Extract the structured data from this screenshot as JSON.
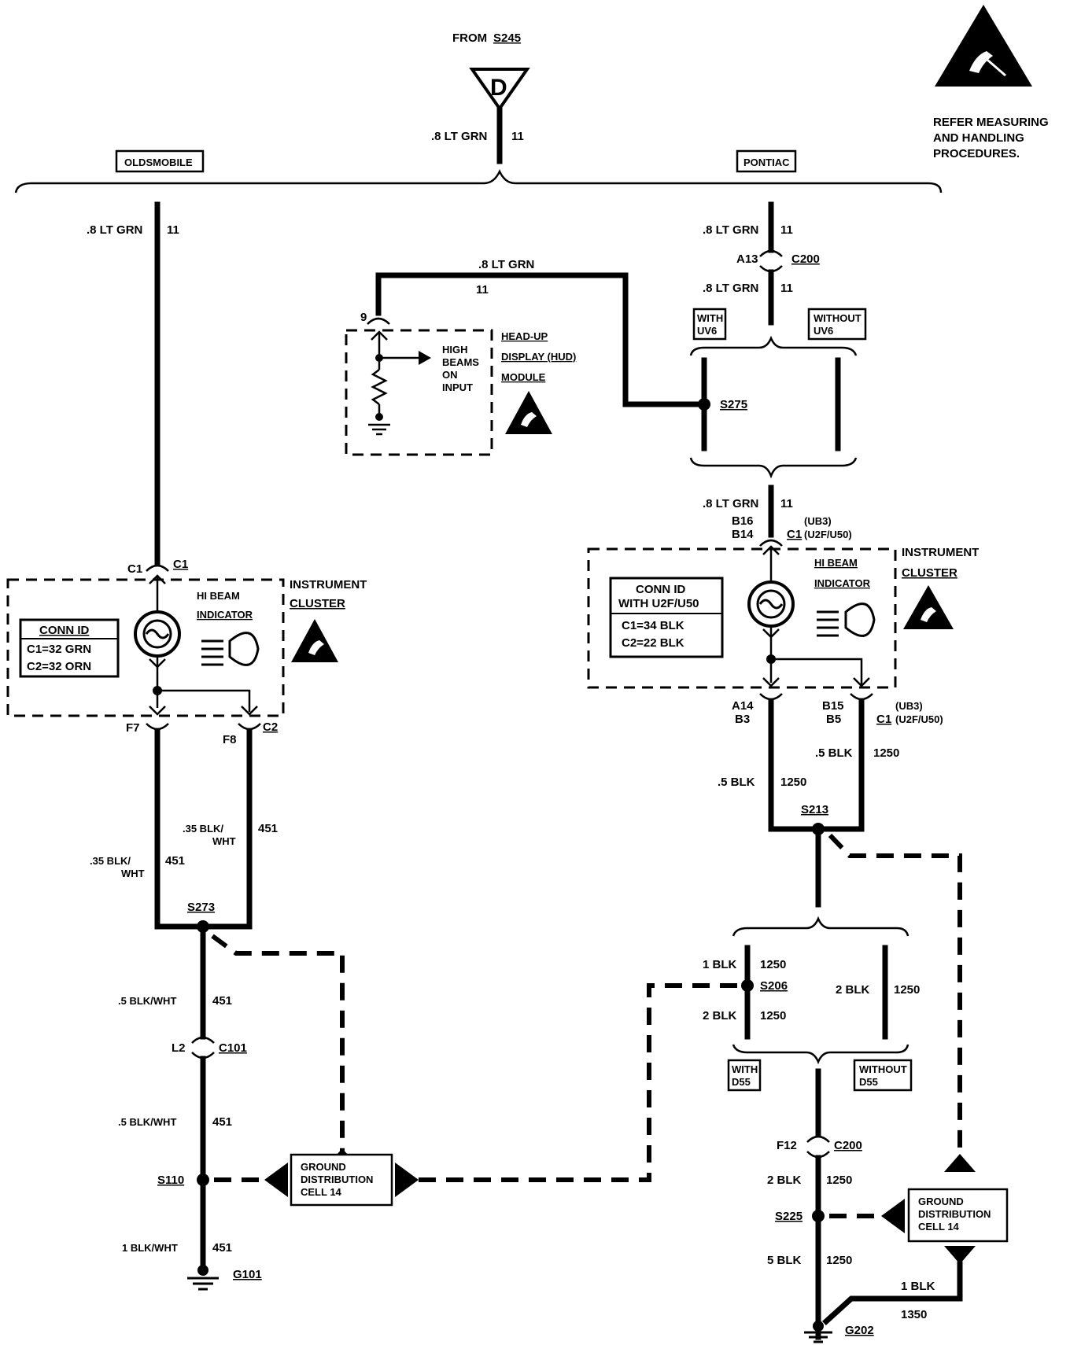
{
  "title": {
    "from": "FROM",
    "splice": "S245",
    "symbol": "D"
  },
  "esd_note": [
    "REFER MEASURING",
    "AND HANDLING",
    "PROCEDURES."
  ],
  "variants": {
    "left": "OLDSMOBILE",
    "right": "PONTIAC"
  },
  "top_wire": {
    "gauge": ".8 LT GRN",
    "circuit": "11"
  },
  "left": {
    "wire_top": {
      "gauge": ".8 LT GRN",
      "circuit": "11"
    },
    "conn_c1": {
      "pin": "C1",
      "conn": "C1"
    },
    "module_label": [
      "INSTRUMENT",
      "CLUSTER"
    ],
    "indicator_label": [
      "HI BEAM",
      "INDICATOR"
    ],
    "conn_id": {
      "title": "CONN ID",
      "c1": "C1=32 GRN",
      "c2": "C2=32 ORN"
    },
    "pin_f7": "F7",
    "pin_f8": "F8",
    "conn_c2": "C2",
    "wire_f8": {
      "gauge": [
        ".35 BLK/",
        "WHT"
      ],
      "circuit": "451"
    },
    "wire_f7": {
      "gauge": [
        ".35 BLK/",
        "WHT"
      ],
      "circuit": "451"
    },
    "splice_s273": "S273",
    "wire_a": {
      "gauge": ".5 BLK/WHT",
      "circuit": "451"
    },
    "conn_l2": {
      "pin": "L2",
      "conn": "C101"
    },
    "wire_b": {
      "gauge": ".5 BLK/WHT",
      "circuit": "451"
    },
    "splice_s110": "S110",
    "wire_c": {
      "gauge": "1 BLK/WHT",
      "circuit": "451"
    },
    "ground": "G101"
  },
  "hud": {
    "pin": "9",
    "wire": {
      "gauge": ".8 LT GRN",
      "circuit": "11"
    },
    "input_label": [
      "HIGH",
      "BEAMS",
      "ON",
      "INPUT"
    ],
    "module_label": [
      "HEAD-UP",
      "DISPLAY (HUD)",
      "MODULE"
    ]
  },
  "right": {
    "wire_top": {
      "gauge": ".8 LT GRN",
      "circuit": "11"
    },
    "conn_c200": {
      "pin": "A13",
      "conn": "C200"
    },
    "wire_mid": {
      "gauge": ".8 LT GRN",
      "circuit": "11"
    },
    "opt_with": [
      "WITH",
      "UV6"
    ],
    "opt_without": [
      "WITHOUT",
      "UV6"
    ],
    "splice_s275": "S275",
    "wire_low": {
      "gauge": ".8 LT GRN",
      "circuit": "11"
    },
    "conn_in": {
      "pins": [
        "B16",
        "B14"
      ],
      "conn": "C1",
      "opts": [
        "(UB3)",
        "(U2F/U50)"
      ]
    },
    "module_label": [
      "INSTRUMENT",
      "CLUSTER"
    ],
    "indicator_label": [
      "HI BEAM",
      "INDICATOR"
    ],
    "conn_id": {
      "title": [
        "CONN ID",
        "WITH U2F/U50"
      ],
      "c1": "C1=34 BLK",
      "c2": "C2=22 BLK"
    },
    "conn_out_left": [
      "A14",
      "B3"
    ],
    "conn_out_right": [
      "B15",
      "B5"
    ],
    "conn_out": {
      "conn": "C1",
      "opts": [
        "(UB3)",
        "(U2F/U50)"
      ]
    },
    "wire_b5": {
      "gauge": ".5 BLK",
      "circuit": "1250"
    },
    "wire_b3": {
      "gauge": ".5 BLK",
      "circuit": "1250"
    },
    "splice_s213": "S213",
    "wire_s206a": {
      "gauge": "1 BLK",
      "circuit": "1250"
    },
    "splice_s206": "S206",
    "wire_s206b": {
      "gauge": "2 BLK",
      "circuit": "1250"
    },
    "wire_alt": {
      "gauge": "2 BLK",
      "circuit": "1250"
    },
    "opt_with_d55": [
      "WITH",
      "D55"
    ],
    "opt_without_d55": [
      "WITHOUT",
      "D55"
    ],
    "conn_f12": {
      "pin": "F12",
      "conn": "C200"
    },
    "wire_c200": {
      "gauge": "2 BLK",
      "circuit": "1250"
    },
    "splice_s225": "S225",
    "wire_g202": {
      "gauge": "5 BLK",
      "circuit": "1250"
    },
    "wire_gd": {
      "gauge": "1 BLK",
      "circuit": "1350"
    },
    "ground": "G202"
  },
  "ground_dist_left": [
    "GROUND",
    "DISTRIBUTION",
    "CELL 14"
  ],
  "ground_dist_right": [
    "GROUND",
    "DISTRIBUTION",
    "CELL 14"
  ]
}
